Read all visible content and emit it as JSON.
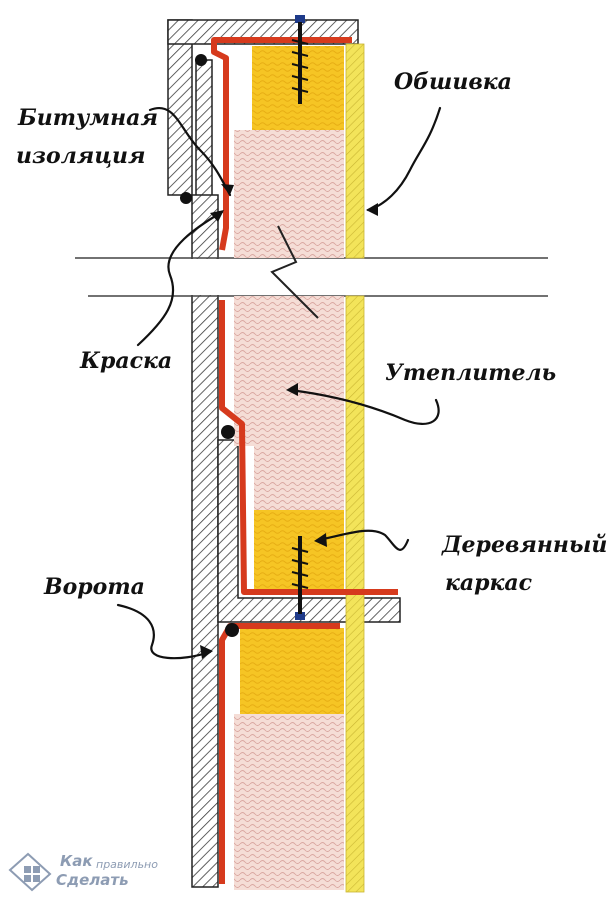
{
  "labels": {
    "bitum_line1": "Битумная",
    "bitum_line2": "изоляция",
    "obshivka": "Обшивка",
    "kraska": "Краска",
    "uteplitel": "Утеплитель",
    "karkas_line1": "Деревянный",
    "karkas_line2": "каркас",
    "vorota": "Ворота"
  },
  "watermark": {
    "line1": "Как",
    "line2": "правильно",
    "line3": "Сделать"
  },
  "colors": {
    "steel_hatch": "#333333",
    "paint": "#d8361b",
    "timber": "#f4c21c",
    "insulation": "#f2d6cd",
    "cladding": "#f1e04a"
  }
}
